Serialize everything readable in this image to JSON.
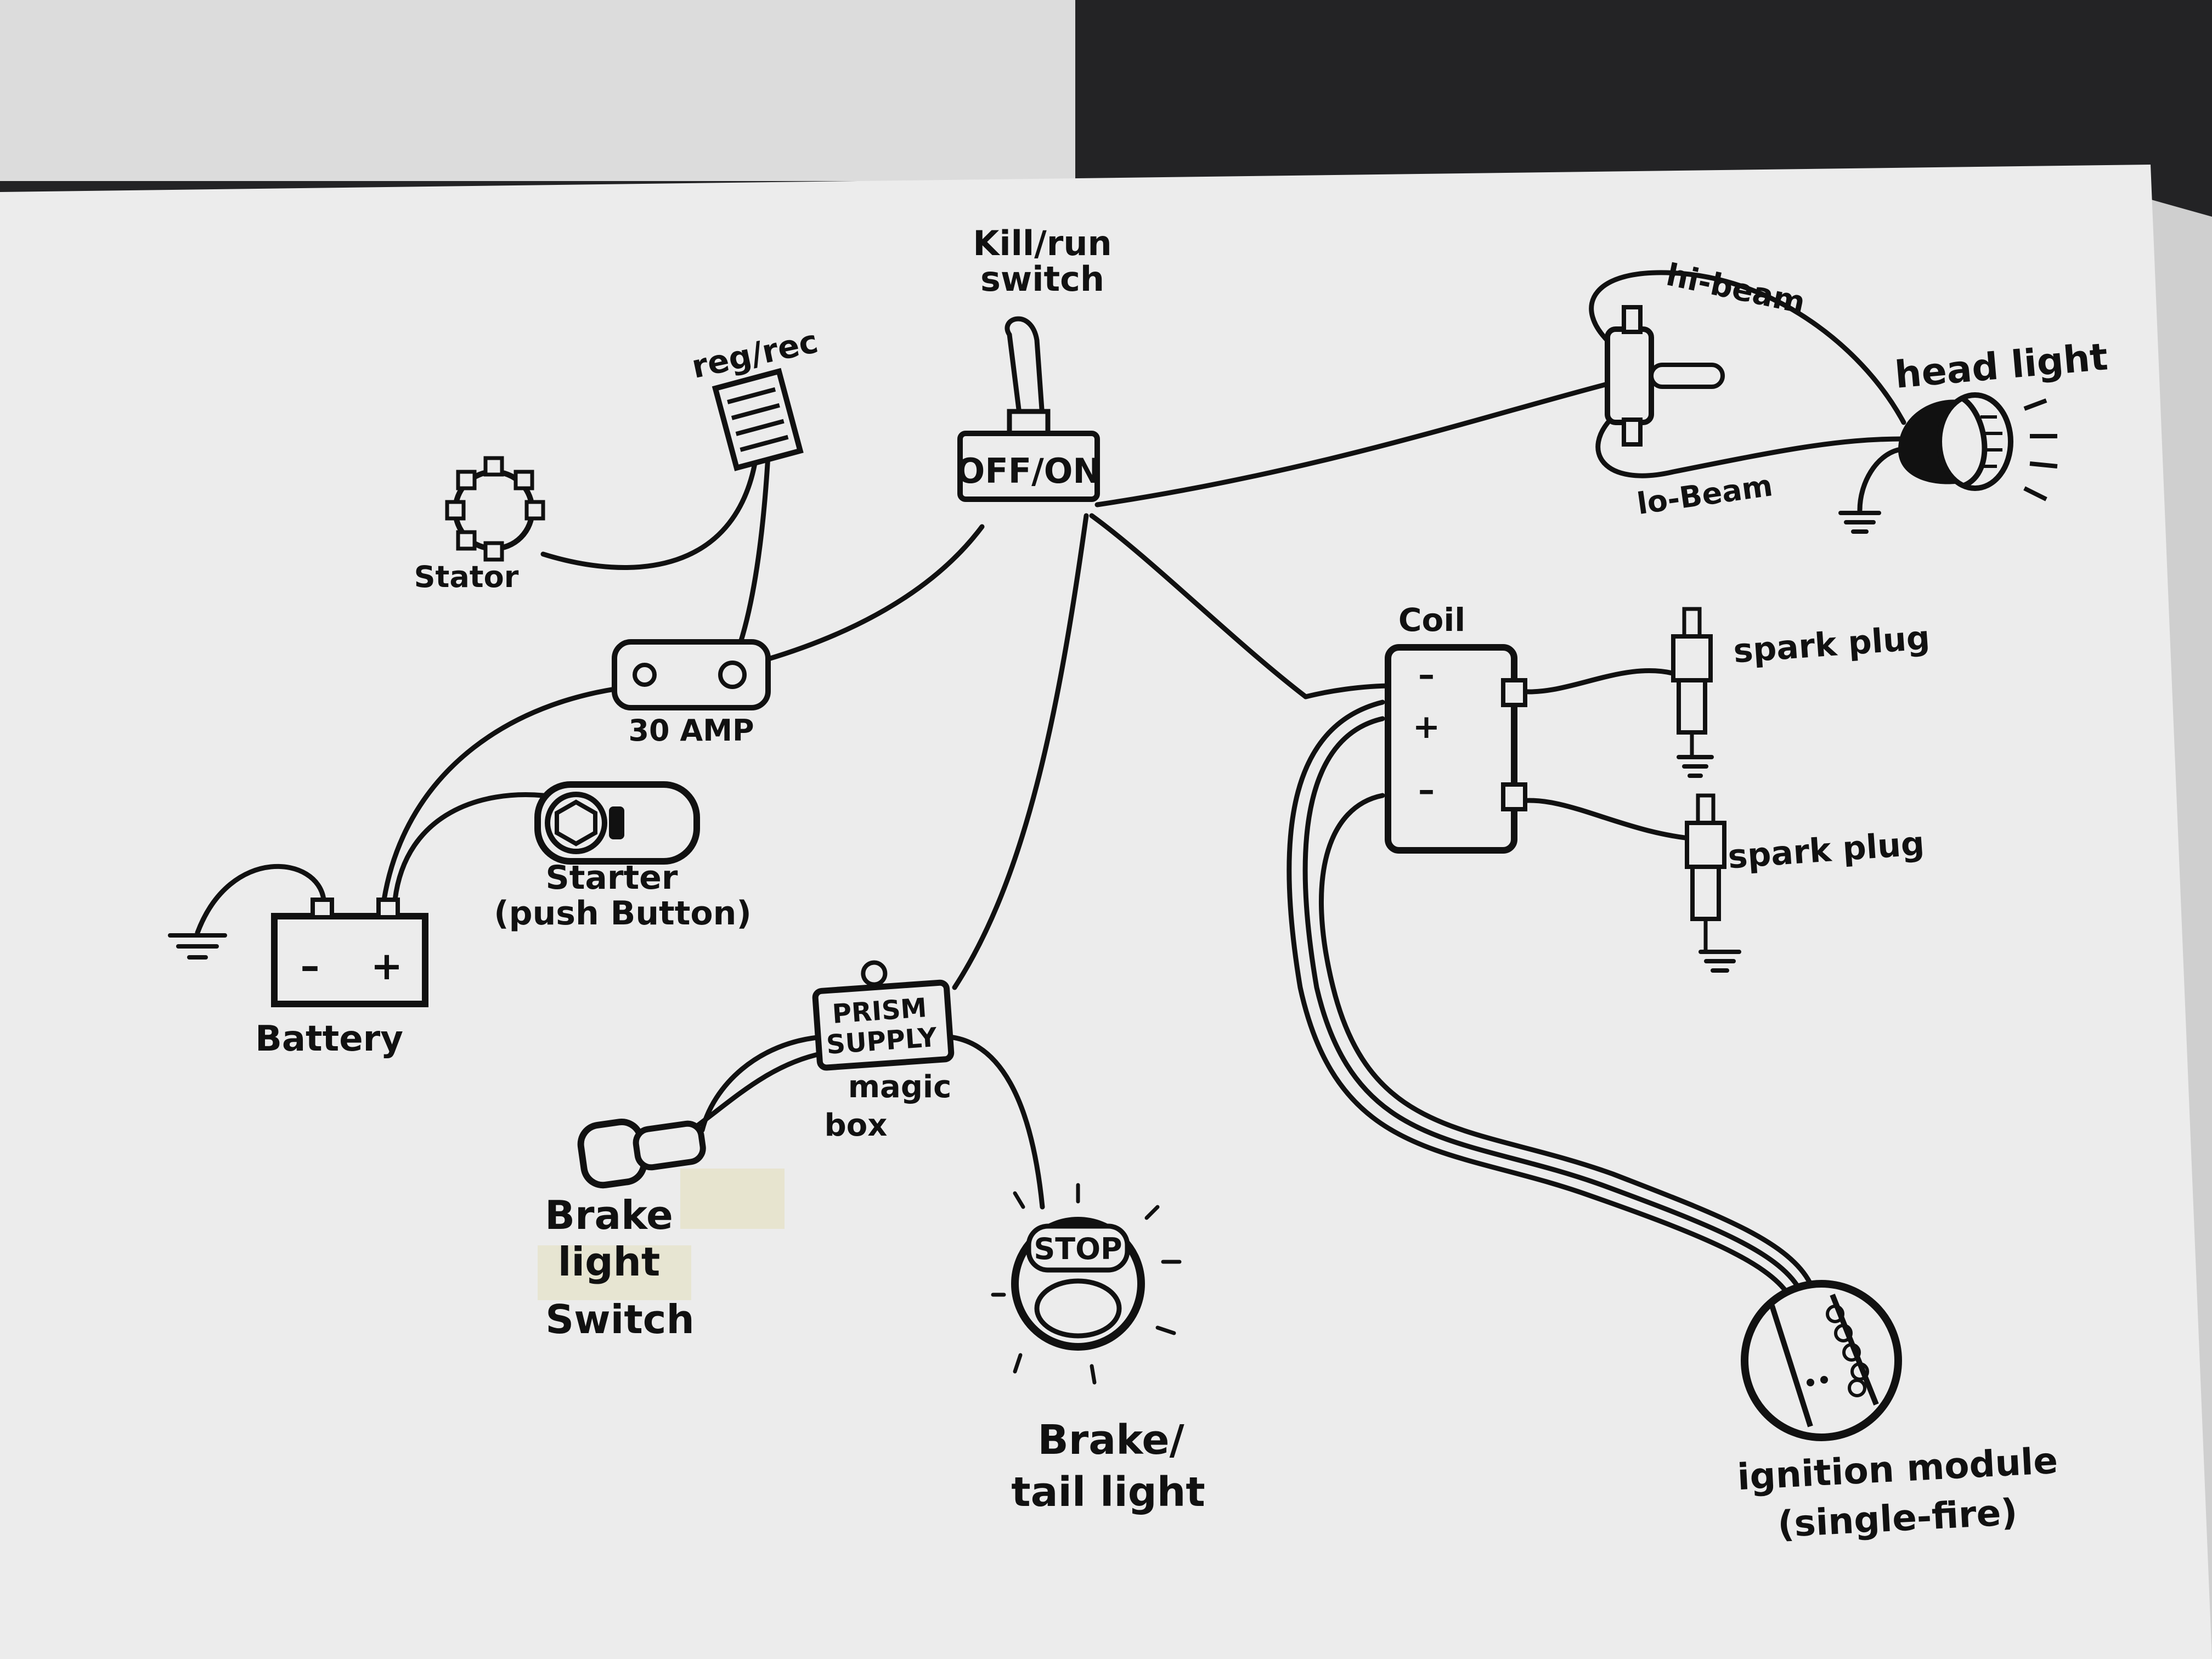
{
  "labels": {
    "kill_switch": [
      "Kill/run",
      "switch"
    ],
    "switch_face": "OFF/ON",
    "reg_rec": "reg/rec",
    "stator": "Stator",
    "fuse": "30 AMP",
    "starter": [
      "Starter",
      "(push Button)"
    ],
    "battery": "Battery",
    "battery_minus": "–",
    "battery_plus": "+",
    "hi_beam": "hi-beam",
    "lo_beam": "lo-Beam",
    "head_light": "head light",
    "coil": "Coil",
    "coil_top": "–",
    "coil_mid": "+",
    "coil_bottom": "–",
    "spark_plug_1": "spark plug",
    "spark_plug_2": "spark plug",
    "prism_box_face": [
      "PRISM",
      "SUPPLY"
    ],
    "magic_box": [
      "magic",
      "box"
    ],
    "brake_light_switch": [
      "Brake",
      "light",
      "Switch"
    ],
    "stop_face": "STOP",
    "brake_tail_light": [
      "Brake/",
      "tail light"
    ],
    "ignition_module": [
      "ignition module",
      "(single-fire)"
    ]
  },
  "colors": {
    "ink": "#111111",
    "paper": "#ececec",
    "background": "#232325",
    "tape": "#e6e2c8"
  }
}
